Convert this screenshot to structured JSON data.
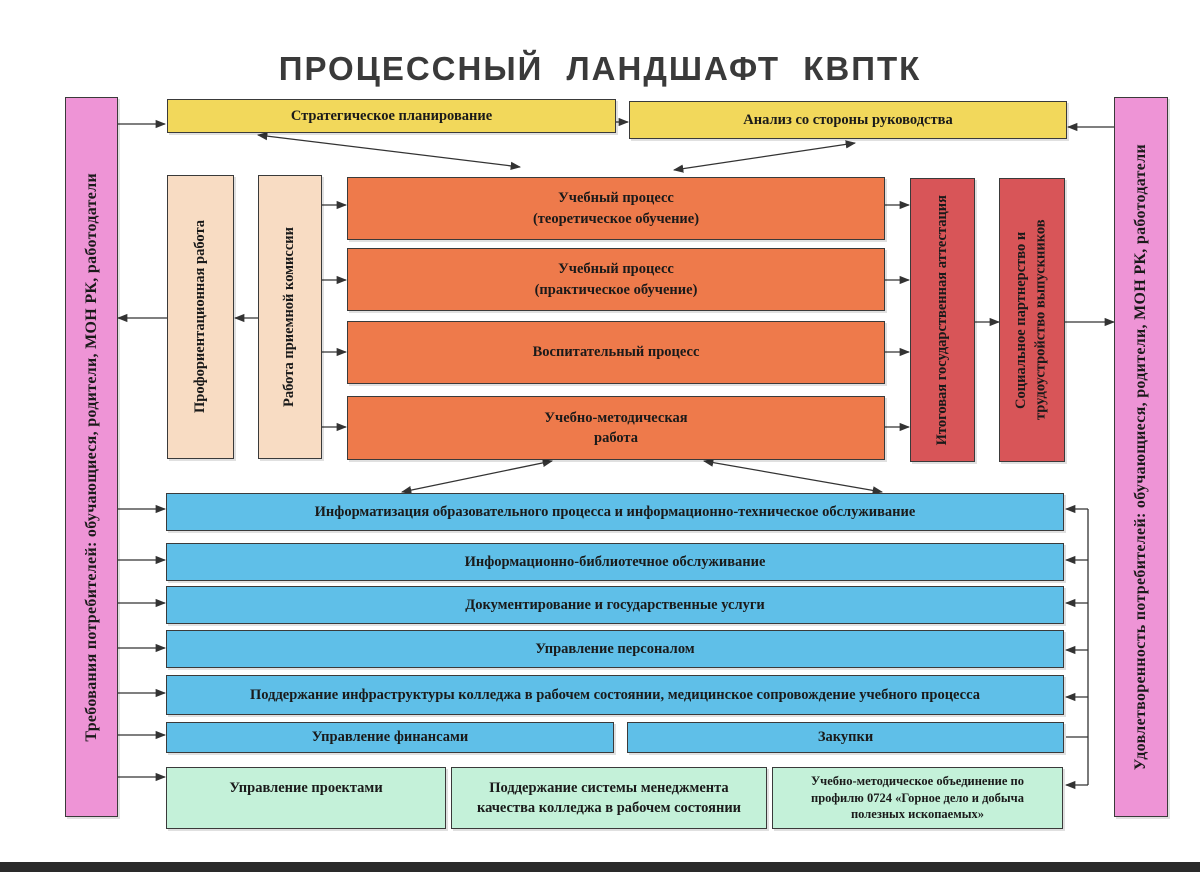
{
  "title": "ПРОЦЕССНЫЙ   ЛАНДШАФТ   КВПТК",
  "left_side": "Требования потребителей: обучающиеся, родители, МОН РК, работодатели",
  "right_side": "Удовлетворенность потребителей: обучающиеся, родители, МОН РК, работодатели",
  "management": {
    "strategic": "Стратегическое планирование",
    "review": "Анализ со стороны руководства"
  },
  "core": {
    "career_guidance": "Профориентационная работа",
    "admission": "Работа приемной комиссии",
    "theory": "Учебный процесс\n(теоретическое обучение)",
    "practice": "Учебный процесс\n(практическое обучение)",
    "upbringing": "Воспитательный процесс",
    "methodical": "Учебно-методическая\nработа",
    "attestation": "Итоговая государственная аттестация",
    "partnership": "Социальное партнерство и трудоустройство выпускников"
  },
  "support": {
    "informatization": "Информатизация образовательного процесса и информационно-техническое обслуживание",
    "library": "Информационно-библиотечное обслуживание",
    "documentation": "Документирование и государственные услуги",
    "personnel": "Управление персоналом",
    "infrastructure": "Поддержание инфраструктуры колледжа в рабочем состоянии, медицинское сопровождение учебного процесса",
    "finance": "Управление финансами",
    "procurement": "Закупки",
    "projects": "Управление проектами",
    "qms": "Поддержание системы менеджмента\nкачества колледжа в рабочем состоянии",
    "association": "Учебно-методическое объединение по\nпрофилю 0724 «Горное дело и добыча\nполезных ископаемых»"
  },
  "colors": {
    "management": "#f2d85b",
    "core": "#ee7a4b",
    "core_entry": "#f8dcc3",
    "core_exit": "#d85558",
    "support": "#5fbfe8",
    "support_extra": "#c4f1d9",
    "stakeholders": "#ee94d6"
  }
}
